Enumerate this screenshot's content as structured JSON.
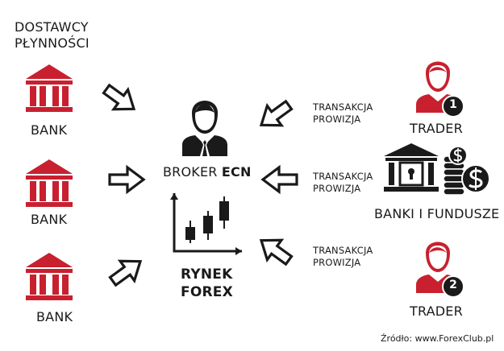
{
  "title_lines": [
    "DOSTAWCY",
    "PŁYNNOŚCI"
  ],
  "banks": [
    {
      "label": "BANK"
    },
    {
      "label": "BANK"
    },
    {
      "label": "BANK"
    }
  ],
  "broker": {
    "prefix": "BROKER ",
    "highlight": "ECN"
  },
  "market": {
    "line1": "RYNEK",
    "line2": "FOREX"
  },
  "flows": [
    {
      "line1": "TRANSAKCJA",
      "line2": "PROWIZJA"
    },
    {
      "line1": "TRANSAKCJA",
      "line2": "PROWIZJA"
    },
    {
      "line1": "TRANSAKCJA",
      "line2": "PROWIZJA"
    }
  ],
  "traders": [
    {
      "label": "TRADER",
      "badge": "1"
    },
    {
      "label": "TRADER",
      "badge": "2"
    }
  ],
  "funds": {
    "label": "BANKI I FUNDUSZE"
  },
  "source": "Źródło: www.ForexClub.pl",
  "colors": {
    "accent": "#c8202f",
    "ink": "#1a1a1a"
  },
  "icons": [
    "bank-icon",
    "arrow-icon",
    "broker-icon",
    "candlestick-chart-icon",
    "trader-icon",
    "bank-building-icon",
    "coin-stack-icon"
  ]
}
